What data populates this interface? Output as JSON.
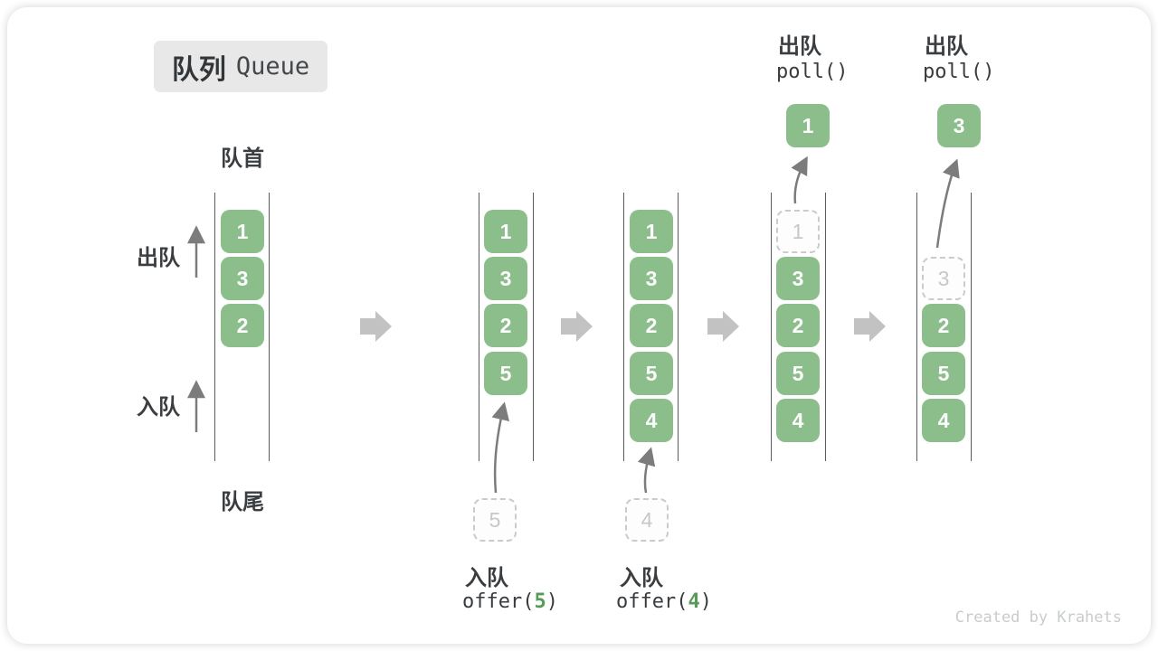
{
  "title": {
    "zh": "队列",
    "en": "Queue"
  },
  "side_labels": {
    "front": "队首",
    "rear": "队尾",
    "dequeue": "出队",
    "enqueue": "入队"
  },
  "watermark": "Created by Krahets",
  "colors": {
    "box_green": "#8CBE8C",
    "accent_green": "#569B56",
    "block_arrow_gray": "#C2C2C2",
    "thin_arrow_gray": "#7C7C7C",
    "wall_line_gray": "#5A5D5F",
    "dashed_border_gray": "#CBCBCB",
    "title_box_bg": "#E8E8E8",
    "text_dark": "#3B3E41",
    "watermark_gray": "#C9CBCD"
  },
  "poll_ops": [
    {
      "label": "出队",
      "code": "poll()",
      "value": "1"
    },
    {
      "label": "出队",
      "code": "poll()",
      "value": "3"
    }
  ],
  "offer_ops": [
    {
      "label": "入队",
      "code_pre": "offer(",
      "arg": "5",
      "code_post": ")",
      "value": "5"
    },
    {
      "label": "入队",
      "code_pre": "offer(",
      "arg": "4",
      "code_post": ")",
      "value": "4"
    }
  ],
  "columns": [
    {
      "boxes": [
        {
          "value": "1"
        },
        {
          "value": "3"
        },
        {
          "value": "2"
        }
      ]
    },
    {
      "boxes": [
        {
          "value": "1"
        },
        {
          "value": "3"
        },
        {
          "value": "2"
        },
        {
          "value": "5"
        }
      ]
    },
    {
      "boxes": [
        {
          "value": "1"
        },
        {
          "value": "3"
        },
        {
          "value": "2"
        },
        {
          "value": "5"
        },
        {
          "value": "4"
        }
      ]
    },
    {
      "boxes": [
        {
          "value": "1"
        },
        {
          "value": "3"
        },
        {
          "value": "2"
        },
        {
          "value": "5"
        },
        {
          "value": "4"
        }
      ]
    },
    {
      "boxes": [
        {
          "value": "3"
        },
        {
          "value": "2"
        },
        {
          "value": "5"
        },
        {
          "value": "4"
        }
      ]
    }
  ]
}
